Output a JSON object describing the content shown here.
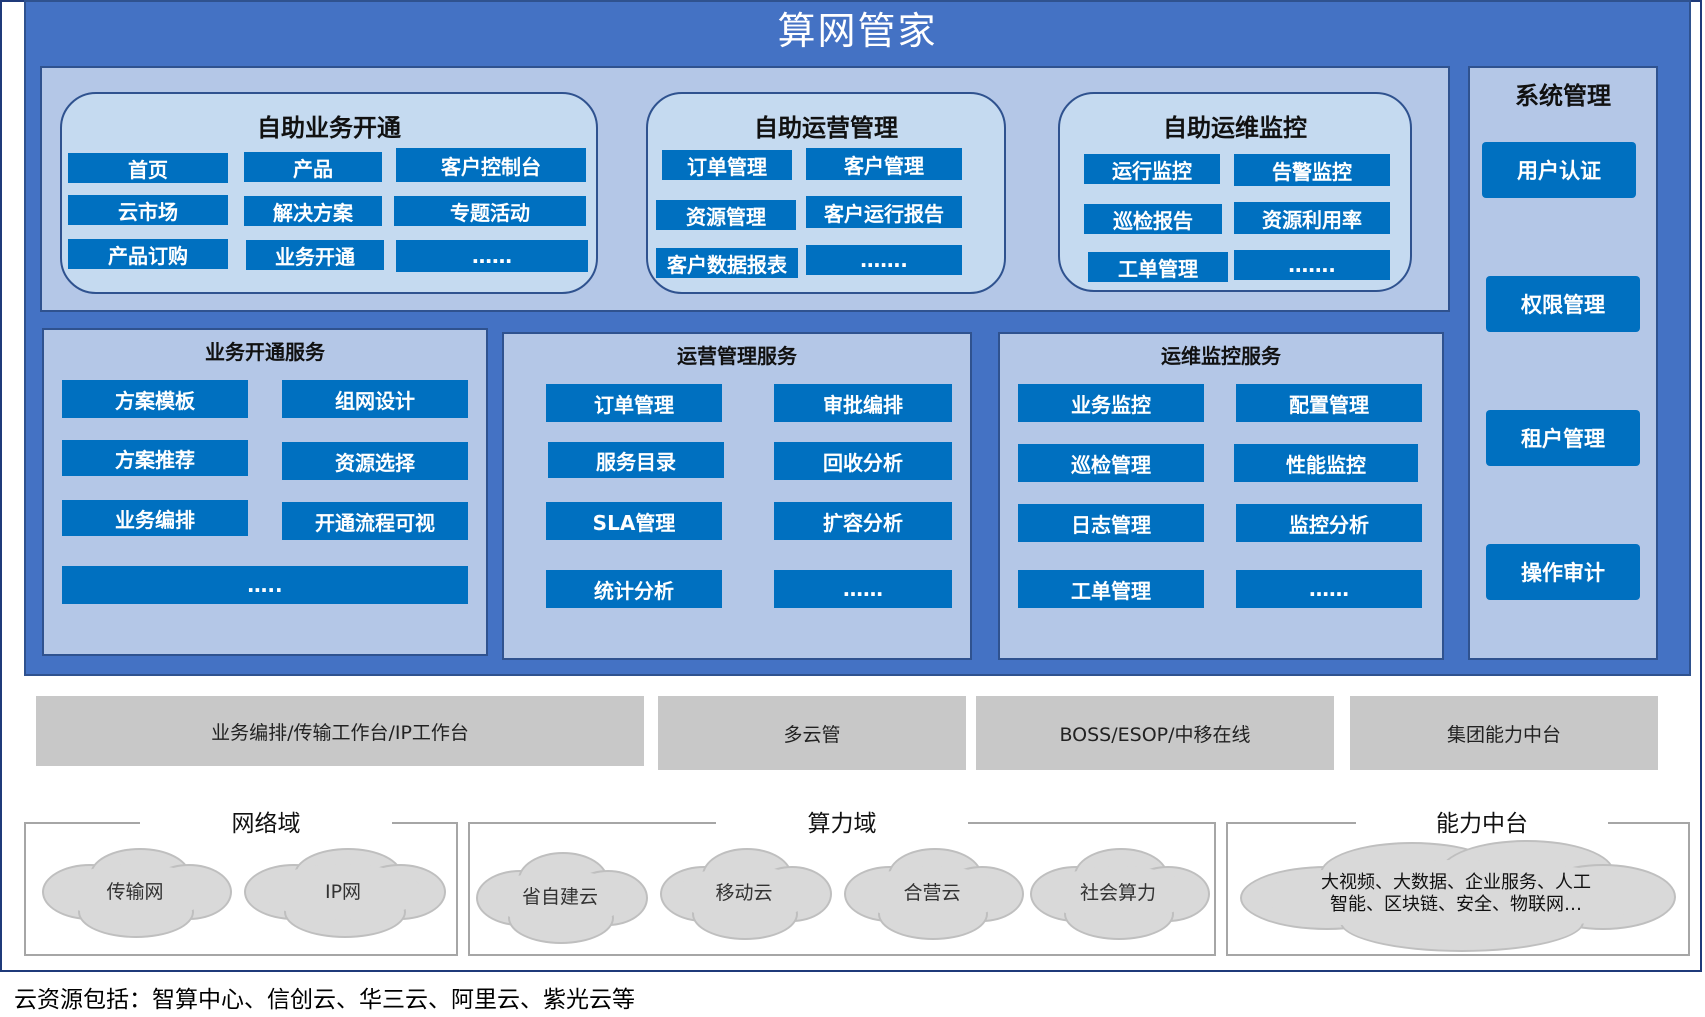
{
  "title": "算网管家",
  "self_service": [
    {
      "title": "自助业务开通",
      "items": [
        "首页",
        "产品",
        "客户控制台",
        "云市场",
        "解决方案",
        "专题活动",
        "产品订购",
        "业务开通",
        "……"
      ]
    },
    {
      "title": "自助运营管理",
      "items": [
        "订单管理",
        "客户管理",
        "资源管理",
        "客户运行报告",
        "客户数据报表",
        "……."
      ]
    },
    {
      "title": "自助运维监控",
      "items": [
        "运行监控",
        "告警监控",
        "巡检报告",
        "资源利用率",
        "工单管理",
        "……."
      ]
    }
  ],
  "services": [
    {
      "title": "业务开通服务",
      "items": [
        "方案模板",
        "组网设计",
        "方案推荐",
        "资源选择",
        "业务编排",
        "开通流程可视",
        "….."
      ]
    },
    {
      "title": "运营管理服务",
      "items": [
        "订单管理",
        "审批编排",
        "服务目录",
        "回收分析",
        "SLA管理",
        "扩容分析",
        "统计分析",
        "……"
      ]
    },
    {
      "title": "运维监控服务",
      "items": [
        "业务监控",
        "配置管理",
        "巡检管理",
        "性能监控",
        "日志管理",
        "监控分析",
        "工单管理",
        "……"
      ]
    }
  ],
  "system": {
    "title": "系统管理",
    "items": [
      "用户认证",
      "权限管理",
      "租户管理",
      "操作审计"
    ]
  },
  "platforms": [
    "业务编排/传输工作台/IP工作台",
    "多云管",
    "BOSS/ESOP/中移在线",
    "集团能力中台"
  ],
  "domains": [
    {
      "title": "网络域",
      "clouds": [
        "传输网",
        "IP网"
      ]
    },
    {
      "title": "算力域",
      "clouds": [
        "省自建云",
        "移动云",
        "合营云",
        "社会算力"
      ]
    },
    {
      "title": "能力中台",
      "clouds": [
        "大视频、大数据、企业服务、人工智能、区块链、安全、物联网…"
      ]
    }
  ],
  "note": "云资源包括：智算中心、信创云、华三云、阿里云、紫光云等",
  "colors": {
    "panel_blue": "#4472c4",
    "button_blue": "#0070c0",
    "light_blue": "#b4c7e7",
    "pill_blue": "#c5daf0",
    "platform_gray": "#c8c8c8",
    "cloud_gray": "#d9d9d9"
  }
}
